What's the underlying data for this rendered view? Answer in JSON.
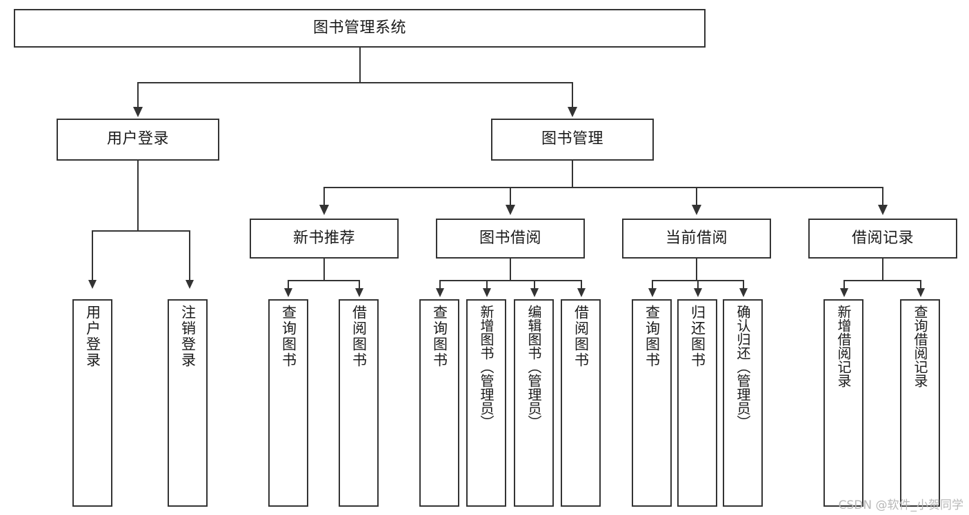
{
  "diagram": {
    "type": "tree",
    "title": "图书管理系统",
    "watermark": "CSDN @软件_小贺同学",
    "colors": {
      "box_border": "#333333",
      "box_fill": "#ffffff",
      "connector": "#333333",
      "text": "#1a1a1a",
      "watermark": "#b8b8b8",
      "background": "#ffffff"
    },
    "levels": {
      "root": "图书管理系统",
      "level2": [
        {
          "label": "用户登录"
        },
        {
          "label": "图书管理"
        }
      ],
      "level3": [
        {
          "label": "新书推荐"
        },
        {
          "label": "图书借阅"
        },
        {
          "label": "当前借阅"
        },
        {
          "label": "借阅记录"
        }
      ]
    },
    "nodes": {
      "root": {
        "label": "图书管理系统"
      },
      "user_login": {
        "label": "用户登录"
      },
      "book_manage": {
        "label": "图书管理"
      },
      "new_book_rec": {
        "label": "新书推荐"
      },
      "book_borrow": {
        "label": "图书借阅"
      },
      "current_borrow": {
        "label": "当前借阅"
      },
      "borrow_record": {
        "label": "借阅记录"
      },
      "leaf_1": {
        "label": "用户登录"
      },
      "leaf_2": {
        "label": "注销登录"
      },
      "leaf_3": {
        "label": "查询图书"
      },
      "leaf_4": {
        "label": "借阅图书"
      },
      "leaf_5": {
        "label": "查询图书"
      },
      "leaf_6": {
        "label": "新增图书（管理员）"
      },
      "leaf_7": {
        "label": "编辑图书（管理员）"
      },
      "leaf_8": {
        "label": "借阅图书"
      },
      "leaf_9": {
        "label": "查询图书"
      },
      "leaf_10": {
        "label": "归还图书"
      },
      "leaf_11": {
        "label": "确认归还（管理员）"
      },
      "leaf_12": {
        "label": "新增借阅记录"
      },
      "leaf_13": {
        "label": "查询借阅记录"
      }
    },
    "edges": [
      {
        "from": "图书管理系统",
        "to": "用户登录"
      },
      {
        "from": "图书管理系统",
        "to": "图书管理"
      },
      {
        "from": "用户登录",
        "to": "用户登录"
      },
      {
        "from": "用户登录",
        "to": "注销登录"
      },
      {
        "from": "图书管理",
        "to": "新书推荐"
      },
      {
        "from": "图书管理",
        "to": "图书借阅"
      },
      {
        "from": "图书管理",
        "to": "当前借阅"
      },
      {
        "from": "图书管理",
        "to": "借阅记录"
      },
      {
        "from": "新书推荐",
        "to": "查询图书"
      },
      {
        "from": "新书推荐",
        "to": "借阅图书"
      },
      {
        "from": "图书借阅",
        "to": "查询图书"
      },
      {
        "from": "图书借阅",
        "to": "新增图书（管理员）"
      },
      {
        "from": "图书借阅",
        "to": "编辑图书（管理员）"
      },
      {
        "from": "图书借阅",
        "to": "借阅图书"
      },
      {
        "from": "当前借阅",
        "to": "查询图书"
      },
      {
        "from": "当前借阅",
        "to": "归还图书"
      },
      {
        "from": "当前借阅",
        "to": "确认归还（管理员）"
      },
      {
        "from": "借阅记录",
        "to": "新增借阅记录"
      },
      {
        "from": "借阅记录",
        "to": "查询借阅记录"
      }
    ]
  }
}
